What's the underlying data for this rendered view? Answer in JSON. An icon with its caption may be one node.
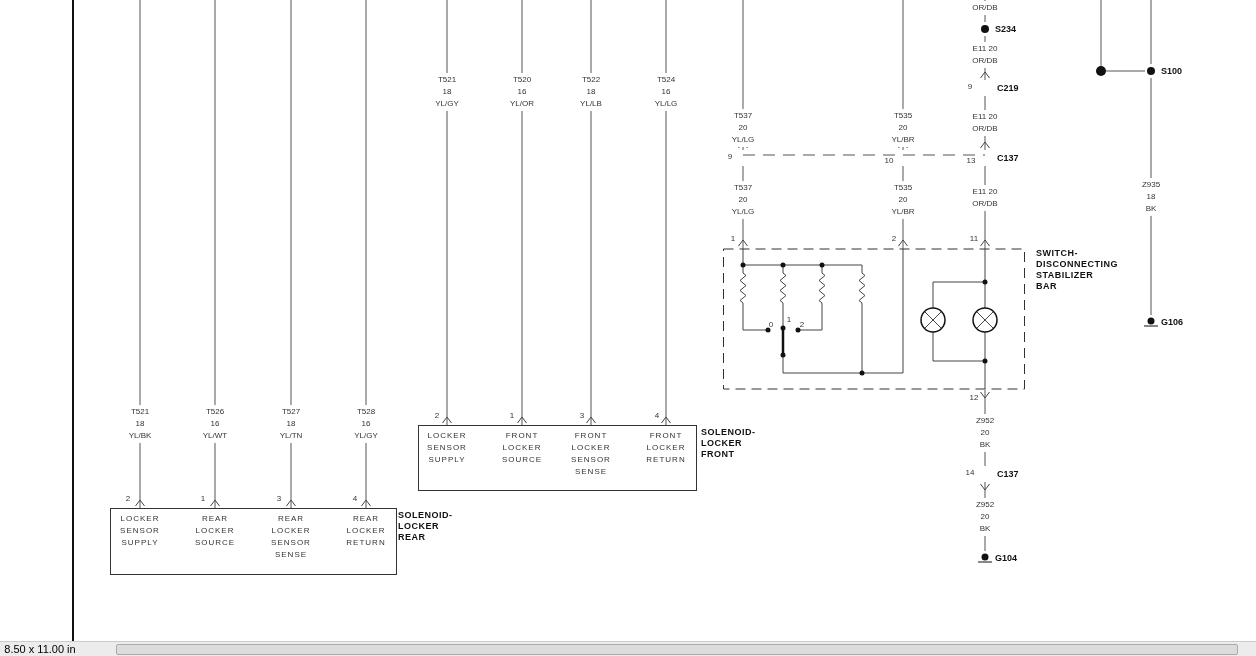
{
  "diagram": {
    "nodes": [
      {
        "text": [
          "S234"
        ]
      },
      {
        "text": [],
        "shape": "circle"
      },
      {
        "text": [
          "S100"
        ]
      },
      {
        "text": [
          "C219"
        ]
      },
      {
        "text": [
          "C137"
        ]
      },
      {
        "text": [
          "SWITCH- DISCONNECTING STABILIZER BAR"
        ]
      },
      {
        "text": [
          "G106"
        ]
      },
      {
        "text": [
          "LOCKER SENSOR SUPPLY",
          "FRONT LOCKER SOURCE",
          "FRONT LOCKER SENSOR SENSE",
          "FRONT LOCKER RETURN",
          "SOLENOID- LOCKER FRONT"
        ]
      },
      {
        "text": [
          "C137"
        ]
      },
      {
        "text": [
          "LOCKER SENSOR SUPPLY",
          "REAR LOCKER SOURCE",
          "REAR LOCKER SENSOR SENSE",
          "REAR LOCKER RETURN",
          "SOLENOID- LOCKER REAR"
        ]
      },
      {
        "text": [
          "G104"
        ]
      }
    ],
    "edges": [
      {
        "from": null,
        "to": 9,
        "arrow": "other",
        "label": "T521 18 YL/BK"
      },
      {
        "from": null,
        "to": 9,
        "arrow": "other",
        "label": "T526 16 YL/WT"
      },
      {
        "from": null,
        "to": 9,
        "arrow": "other",
        "label": "T527 18 YL/TN"
      },
      {
        "from": null,
        "to": 9,
        "arrow": "other",
        "label": "T528 16 YL/GY"
      },
      {
        "from": null,
        "to": 7,
        "arrow": "other",
        "label": "T521 18 YL/GY"
      },
      {
        "from": null,
        "to": 7,
        "arrow": "other",
        "label": "T520 16 YL/OR"
      },
      {
        "from": null,
        "to": 7,
        "arrow": "other",
        "label": "T522 18 YL/LB"
      },
      {
        "from": null,
        "to": 7,
        "arrow": "other",
        "label": "T524 16 YL/LG"
      },
      {
        "from": null,
        "to": 4,
        "arrow": "other",
        "label": "T537 20 YL/LG"
      },
      {
        "from": 4,
        "to": 5,
        "arrow": "other",
        "label": "T537 20 YL/LG"
      },
      {
        "from": null,
        "to": 4,
        "arrow": "other",
        "label": "T535 20 YL/BR"
      },
      {
        "from": 4,
        "to": 5,
        "arrow": "other",
        "label": "T535 20 YL/BR"
      },
      {
        "from": null,
        "to": 0,
        "arrow": "none",
        "label": "OR/DB"
      },
      {
        "from": 0,
        "to": 3,
        "arrow": "other",
        "label": "E11 20 OR/DB"
      },
      {
        "from": 3,
        "to": 4,
        "arrow": "other",
        "label": "E11 20 OR/DB"
      },
      {
        "from": 4,
        "to": 5,
        "arrow": "other",
        "label": "E11 20 OR/DB"
      },
      {
        "from": 8,
        "to": 5,
        "arrow": "other",
        "label": "Z952 20 BK"
      },
      {
        "from": 10,
        "to": 8,
        "arrow": "other",
        "label": "Z952 20 BK"
      },
      {
        "from": null,
        "to": 1,
        "arrow": "none"
      },
      {
        "from": 1,
        "to": 2,
        "arrow": "none"
      },
      {
        "from": null,
        "to": 2,
        "arrow": "none"
      },
      {
        "from": 2,
        "to": 6,
        "arrow": "none",
        "label": "Z935 18 BK"
      }
    ],
    "labels": [
      "9",
      "9",
      "10",
      "13",
      "1",
      "2",
      "11",
      "0",
      "1",
      "2",
      "12",
      "2",
      "1",
      "3",
      "4",
      "14",
      "2",
      "1",
      "3",
      "4",
      "8.50 x 11.00 in"
    ]
  }
}
